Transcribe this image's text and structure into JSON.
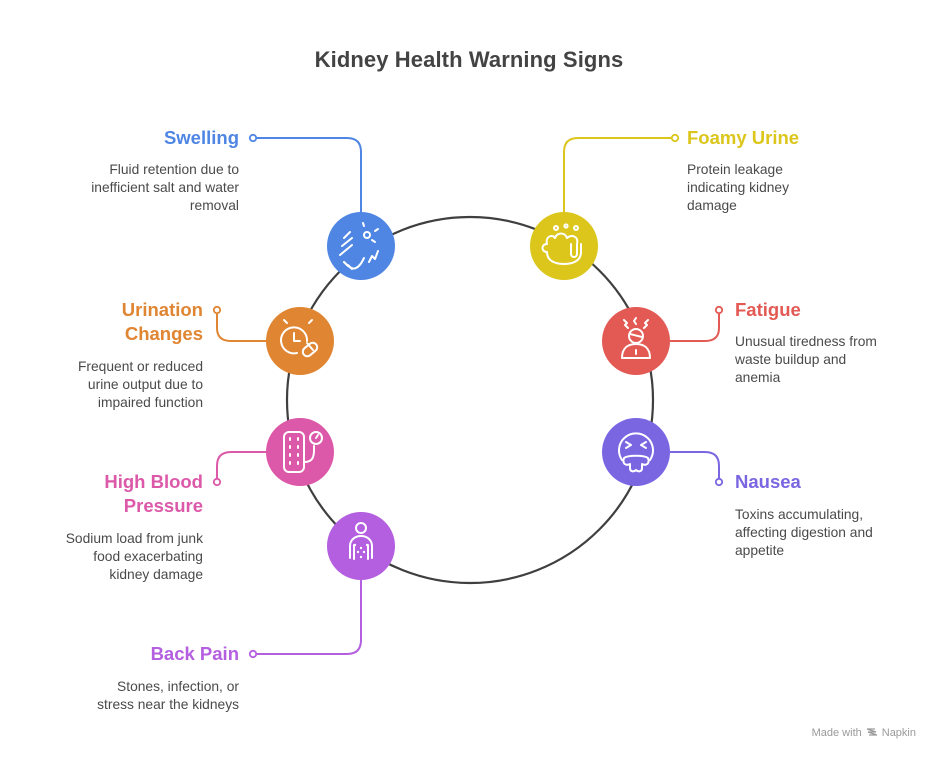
{
  "title": "Kidney Health Warning Signs",
  "colors": {
    "ring": "#3f3f3f",
    "swelling": "#4f86e4",
    "foamy_urine": "#dcc61c",
    "urination_changes": "#e08532",
    "fatigue": "#e35a55",
    "high_blood_pressure": "#dc58a8",
    "nausea": "#7b66e2",
    "back_pain": "#b45ee0"
  },
  "items": [
    {
      "key": "swelling",
      "label": "Swelling",
      "description_lines": [
        "Fluid retention due to",
        "inefficient salt and water",
        "removal"
      ],
      "icon": "swollen-hand-icon"
    },
    {
      "key": "foamy_urine",
      "label": "Foamy Urine",
      "description_lines": [
        "Protein leakage",
        "indicating kidney",
        "damage"
      ],
      "icon": "foaming-pot-icon"
    },
    {
      "key": "urination_changes",
      "label_lines": [
        "Urination",
        "Changes"
      ],
      "description_lines": [
        "Frequent or reduced",
        "urine output due to",
        "impaired function"
      ],
      "icon": "clock-pill-icon"
    },
    {
      "key": "fatigue",
      "label": "Fatigue",
      "description_lines": [
        "Unusual tiredness from",
        "waste buildup and",
        "anemia"
      ],
      "icon": "stressed-person-icon"
    },
    {
      "key": "high_blood_pressure",
      "label_lines": [
        "High Blood",
        "Pressure"
      ],
      "description_lines": [
        "Sodium load from junk",
        "food exacerbating",
        "kidney damage"
      ],
      "icon": "blood-pressure-cuff-icon"
    },
    {
      "key": "nausea",
      "label": "Nausea",
      "description_lines": [
        "Toxins accumulating,",
        "affecting digestion and",
        "appetite"
      ],
      "icon": "nauseated-face-icon"
    },
    {
      "key": "back_pain",
      "label": "Back Pain",
      "description_lines": [
        "Stones, infection, or",
        "stress near the kidneys"
      ],
      "icon": "body-pain-points-icon"
    }
  ],
  "footer": {
    "prefix": "Made with",
    "brand": "Napkin",
    "icon": "napkin-logo-icon"
  }
}
